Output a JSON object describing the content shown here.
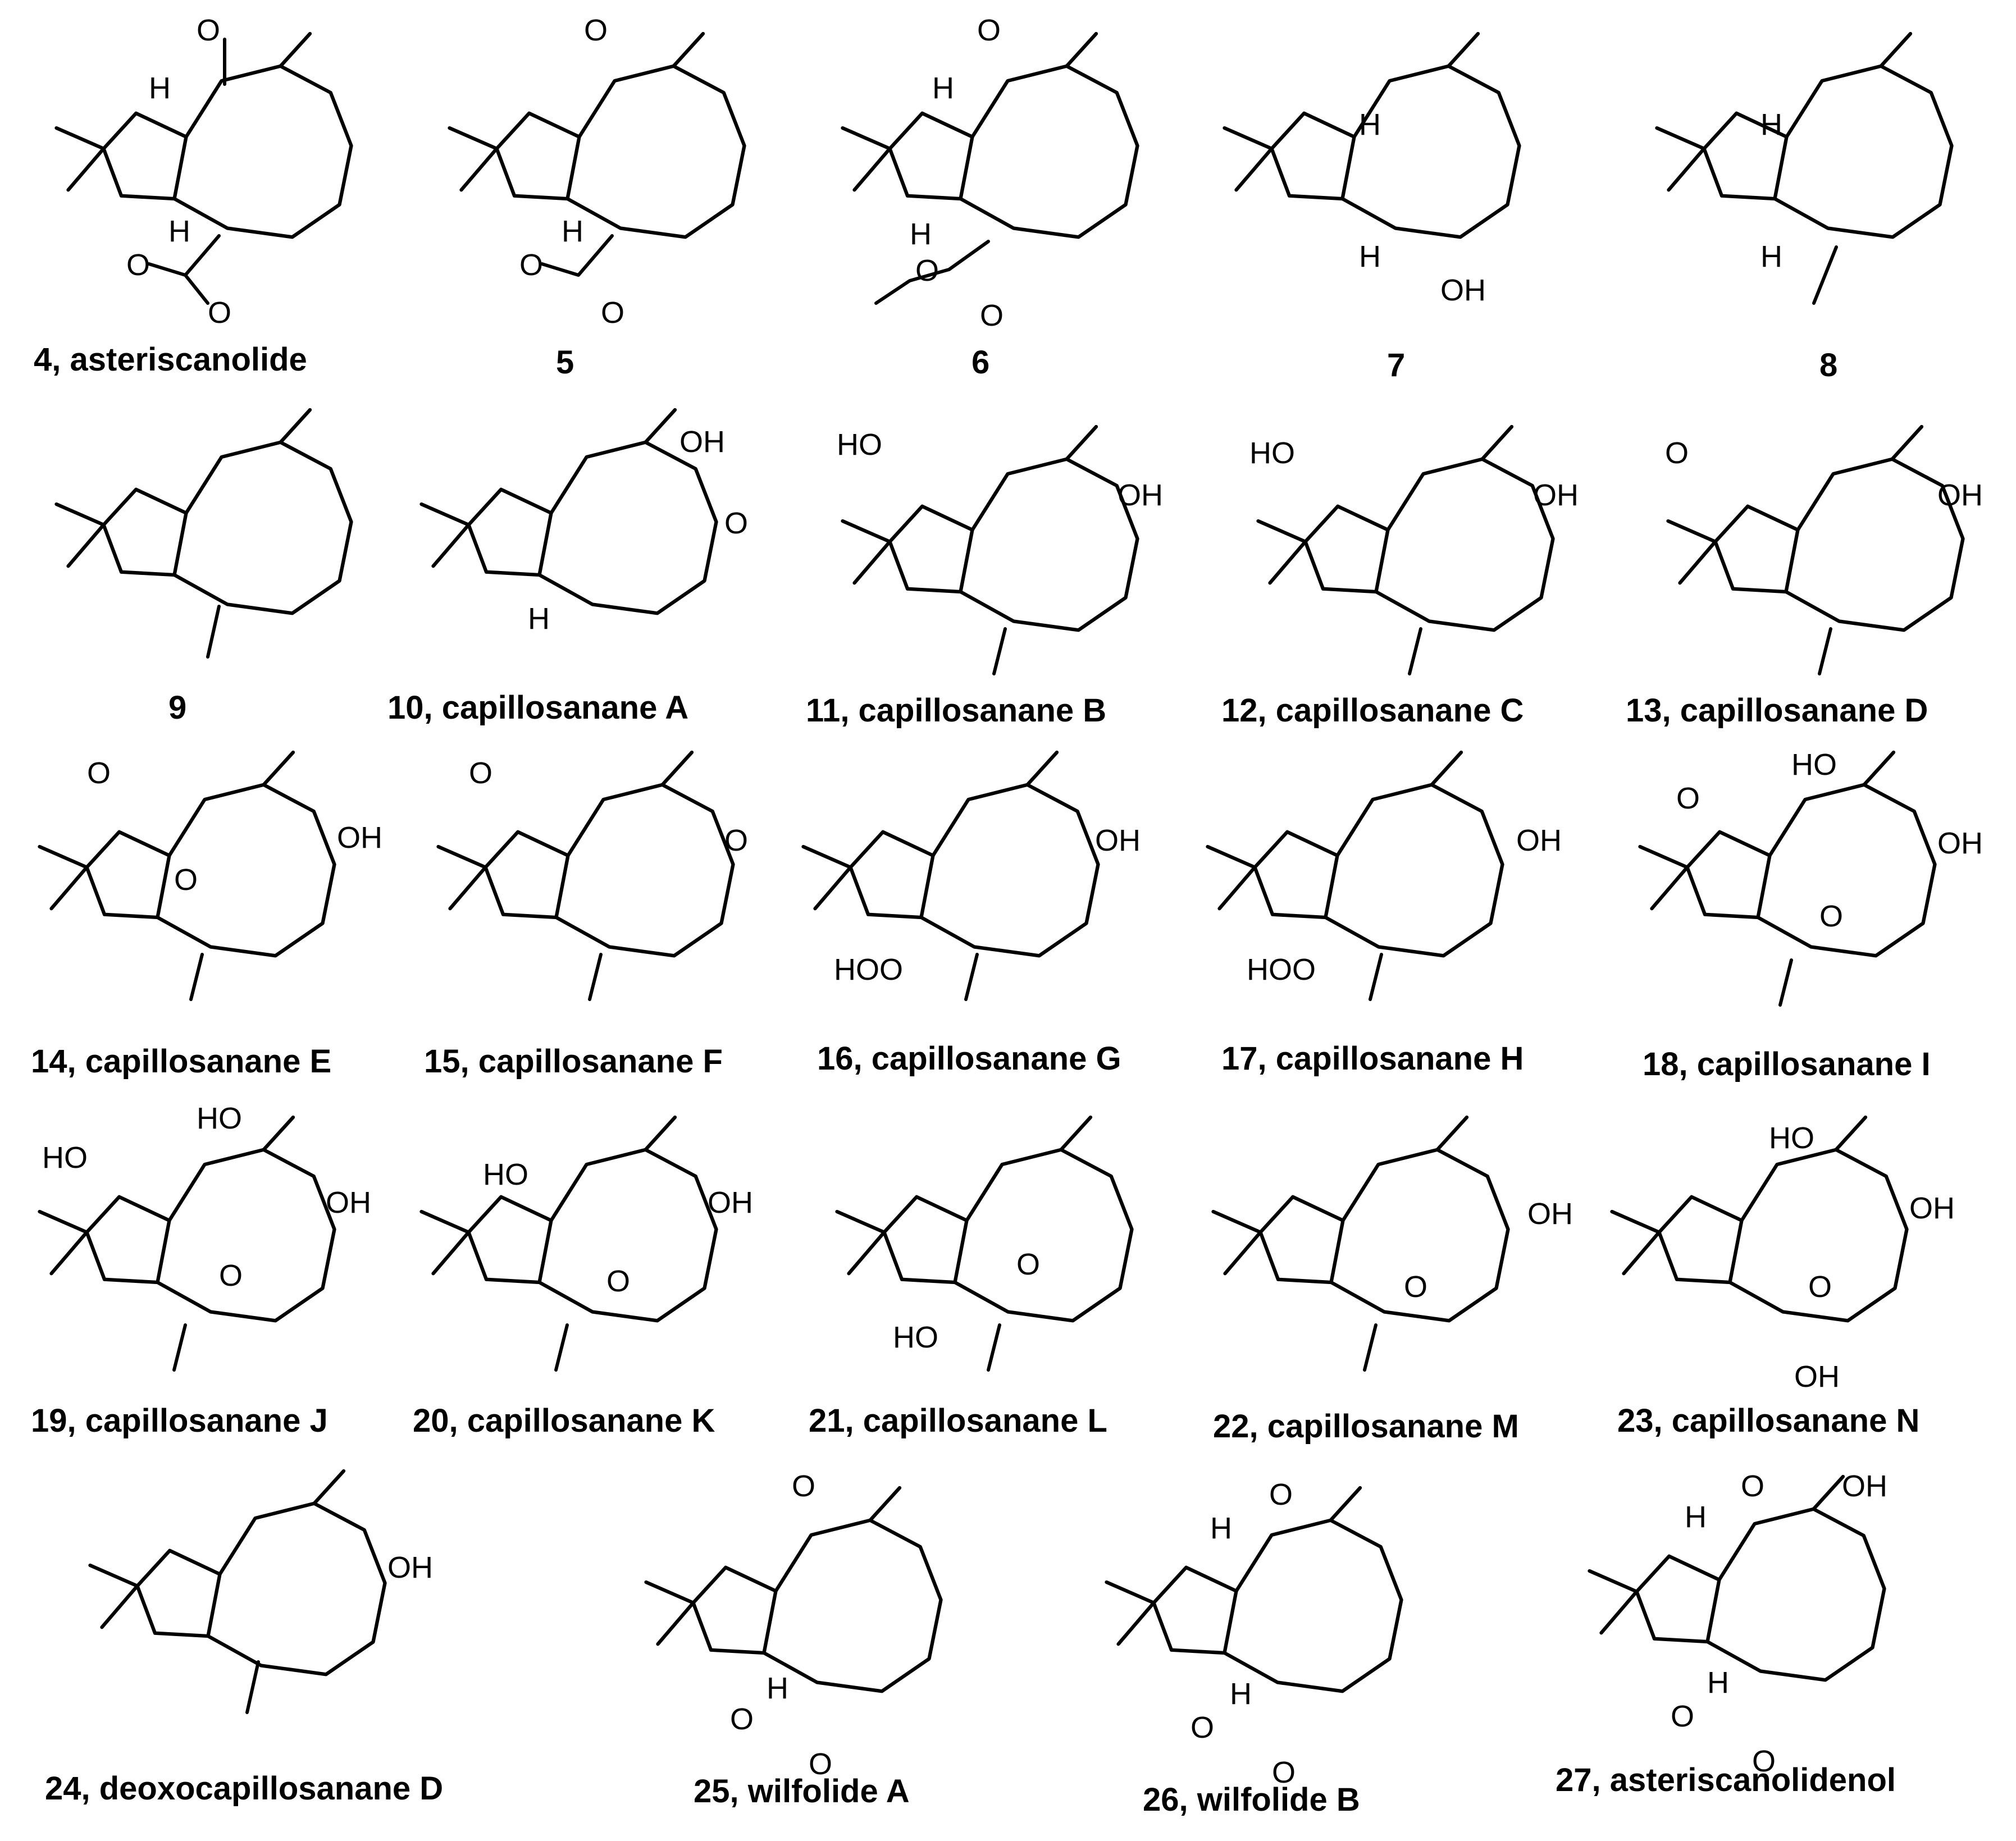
{
  "labels": {
    "c4": "4, asteriscanolide",
    "c5": "5",
    "c6": "6",
    "c7": "7",
    "c8": "8",
    "c9": "9",
    "c10": "10, capillosanane A",
    "c11": "11, capillosanane B",
    "c12": "12, capillosanane C",
    "c13": "13, capillosanane D",
    "c14": "14, capillosanane E",
    "c15": "15, capillosanane F",
    "c16": "16, capillosanane G",
    "c17": "17, capillosanane H",
    "c18": "18, capillosanane I",
    "c19": "19, capillosanane J",
    "c20": "20, capillosanane K",
    "c21": "21, capillosanane L",
    "c22": "22, capillosanane M",
    "c23": "23, capillosanane N",
    "c24": "24, deoxocapillosanane D",
    "c25": "25, wilfolide A",
    "c26": "26, wilfolide B",
    "c27": "27, asteriscanolidenol"
  },
  "atoms": {
    "O": "O",
    "H": "H",
    "OH": "OH",
    "HO": "HO",
    "HOO": "HOO"
  }
}
